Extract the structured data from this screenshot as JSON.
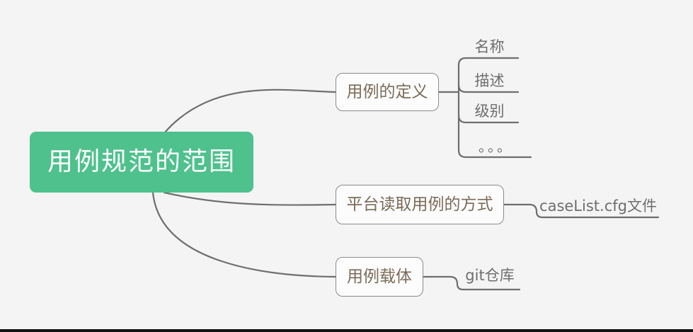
{
  "theme": {
    "background": "#f4f4f4",
    "root_fill": "#4ec18c",
    "root_text": "#ffffff",
    "branch_fill": "#fcfcfc",
    "branch_border": "#8a8a8a",
    "branch_text": "#7c6b58",
    "leaf_text": "#6e6e6e",
    "connector": "#6e6e6e",
    "frame_bottom": "#111111"
  },
  "mindmap": {
    "root": {
      "label": "用例规范的范围"
    },
    "branches": [
      {
        "label": "用例的定义",
        "children": [
          {
            "label": "名称"
          },
          {
            "label": "描述"
          },
          {
            "label": "级别"
          },
          {
            "label": "。。。"
          }
        ]
      },
      {
        "label": "平台读取用例的方式",
        "children": [
          {
            "label": "caseList.cfg文件"
          }
        ]
      },
      {
        "label": "用例载体",
        "children": [
          {
            "label": "git仓库"
          }
        ]
      }
    ]
  }
}
